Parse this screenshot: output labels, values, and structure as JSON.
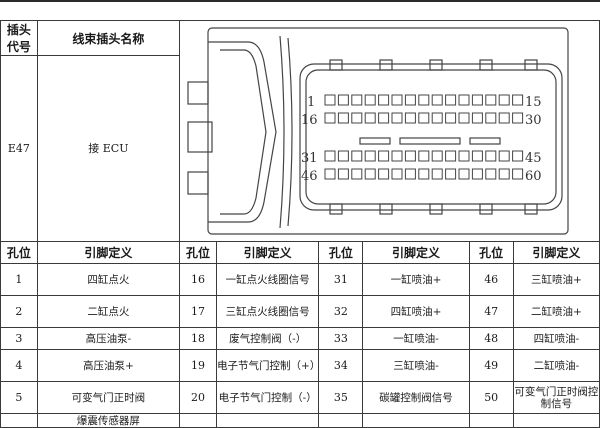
{
  "header": {
    "col1_label": "插头\n代号",
    "col2_label": "线束插头名称"
  },
  "connector": {
    "code": "E47",
    "name": "接 ECU",
    "pin_labels": [
      "1",
      "15",
      "16",
      "30",
      "31",
      "45",
      "46",
      "60"
    ]
  },
  "columns": {
    "pin": "孔位",
    "definition": "引脚定义"
  },
  "rows": [
    [
      {
        "pin": "1",
        "def": "四缸点火"
      },
      {
        "pin": "16",
        "def": "一缸点火线圈信号"
      },
      {
        "pin": "31",
        "def": "一缸喷油+"
      },
      {
        "pin": "46",
        "def": "三缸喷油+"
      }
    ],
    [
      {
        "pin": "2",
        "def": "二缸点火"
      },
      {
        "pin": "17",
        "def": "三缸点火线圈信号"
      },
      {
        "pin": "32",
        "def": "四缸喷油+"
      },
      {
        "pin": "47",
        "def": "二缸喷油+"
      }
    ],
    [
      {
        "pin": "3",
        "def": "高压油泵-"
      },
      {
        "pin": "18",
        "def": "废气控制阀（-）"
      },
      {
        "pin": "33",
        "def": "一缸喷油-"
      },
      {
        "pin": "48",
        "def": "四缸喷油-"
      }
    ],
    [
      {
        "pin": "4",
        "def": "高压油泵+"
      },
      {
        "pin": "19",
        "def": "电子节气门控制（+）"
      },
      {
        "pin": "34",
        "def": "三缸喷油-"
      },
      {
        "pin": "49",
        "def": "二缸喷油-"
      }
    ],
    [
      {
        "pin": "5",
        "def": "可变气门正时阀"
      },
      {
        "pin": "20",
        "def": "电子节气门控制（-）"
      },
      {
        "pin": "35",
        "def": "碳罐控制阀信号"
      },
      {
        "pin": "50",
        "def": "可变气门正时阀控制信号"
      }
    ],
    [
      {
        "pin": "",
        "def": "爆震传感器屏"
      },
      {
        "pin": "",
        "def": ""
      },
      {
        "pin": "",
        "def": ""
      },
      {
        "pin": "",
        "def": ""
      }
    ]
  ]
}
